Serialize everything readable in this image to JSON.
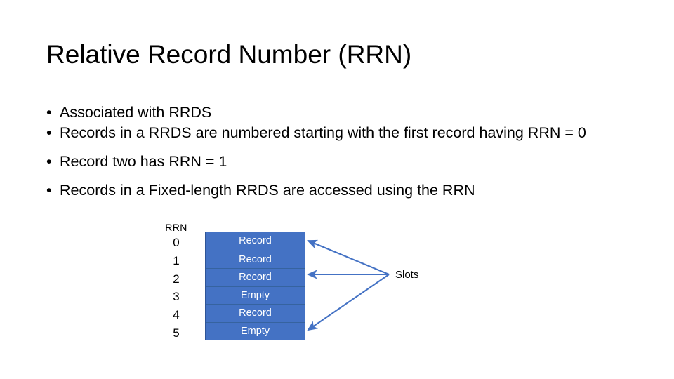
{
  "slide": {
    "title": "Relative Record Number (RRN)",
    "bullets": [
      {
        "marker": "•",
        "text": "Associated with RRDS"
      },
      {
        "marker": "•",
        "text": "Records in a RRDS are numbered starting with the first record having RRN = 0"
      },
      {
        "marker": "•",
        "text": "Record two has RRN = 1"
      },
      {
        "marker": "•",
        "text": "Records in a Fixed-length RRDS are accessed using the RRN"
      }
    ]
  },
  "diagram": {
    "rrn_header": "RRN",
    "rrn_values": [
      "0",
      "1",
      "2",
      "3",
      "4",
      "5"
    ],
    "slot_rows": [
      {
        "rrn": "0",
        "label": "Record"
      },
      {
        "rrn": "1",
        "label": "Record"
      },
      {
        "rrn": "2",
        "label": "Record"
      },
      {
        "rrn": "3",
        "label": "Empty"
      },
      {
        "rrn": "4",
        "label": "Record"
      },
      {
        "rrn": "5",
        "label": "Empty"
      }
    ],
    "callout_label": "Slots",
    "colors": {
      "slot_fill": "#4472c4",
      "slot_divider": "#36639f",
      "slot_border": "#2e5496",
      "arrow": "#4472c4",
      "text_on_slot": "#ffffff",
      "page_background": "#ffffff",
      "body_text": "#000000"
    }
  }
}
